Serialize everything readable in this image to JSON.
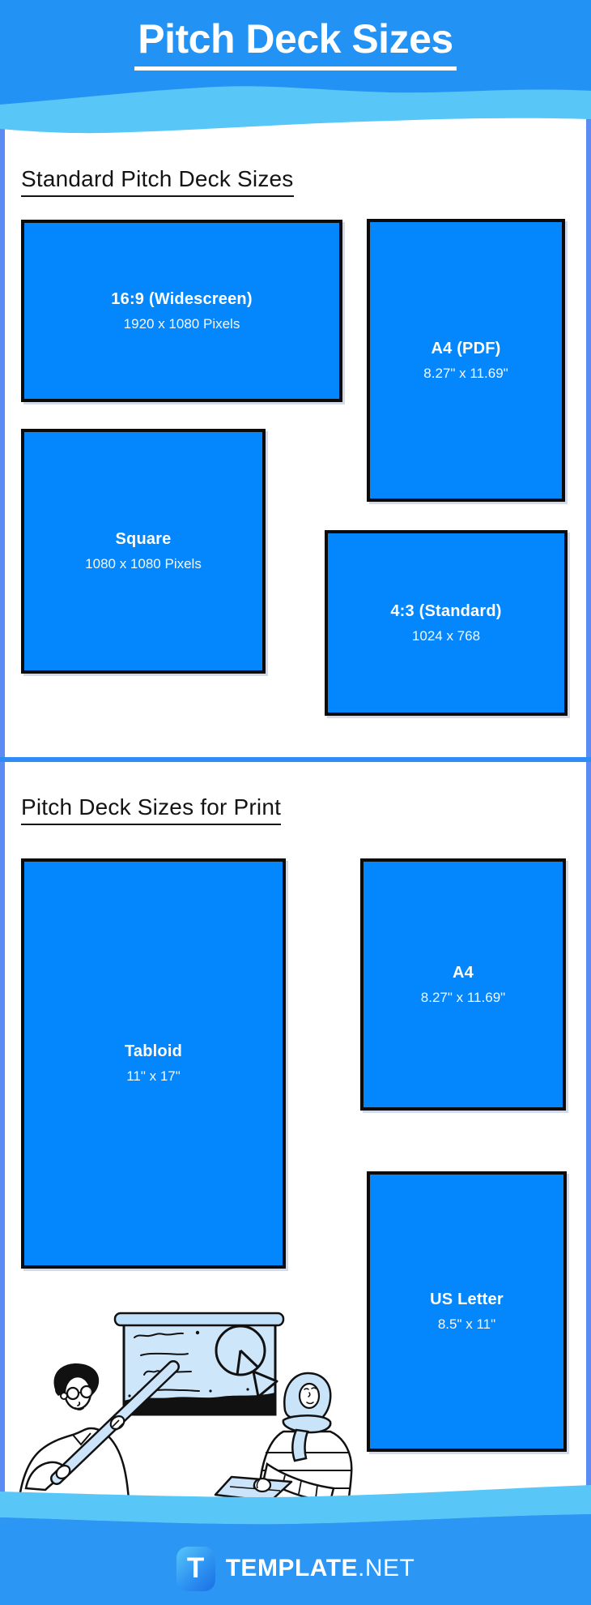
{
  "page": {
    "title": "Pitch Deck Sizes"
  },
  "sections": [
    {
      "heading": "Standard Pitch Deck Sizes",
      "boxes": [
        {
          "label": "16:9 (Widescreen)",
          "size": "1920 x 1080 Pixels"
        },
        {
          "label": "A4 (PDF)",
          "size": "8.27\" x 11.69\""
        },
        {
          "label": "Square",
          "size": "1080 x 1080 Pixels"
        },
        {
          "label": "4:3 (Standard)",
          "size": "1024 x 768"
        }
      ]
    },
    {
      "heading": "Pitch Deck Sizes for Print",
      "boxes": [
        {
          "label": "Tabloid",
          "size": "11\" x 17\""
        },
        {
          "label": "A4",
          "size": "8.27\" x 11.69\""
        },
        {
          "label": "US Letter",
          "size": "8.5\" x 11\""
        }
      ]
    }
  ],
  "footer": {
    "brand_icon_letter": "T",
    "brand_name": "TEMPLATE",
    "brand_tld": ".NET"
  },
  "colors": {
    "header_blue": "#2293F5",
    "wave_light_blue": "#58C7F8",
    "panel_white": "#FFFFFF",
    "frame_blue": "#5D8BF4",
    "divider_blue": "#2F8CF7",
    "size_box_blue": "#0487FC",
    "size_box_border": "#0B0B0B",
    "footer_blue": "#2B96F3",
    "illustration_light_blue": "#CDE6FA",
    "heading_text": "#141414",
    "box_text": "#FFFFFF"
  }
}
